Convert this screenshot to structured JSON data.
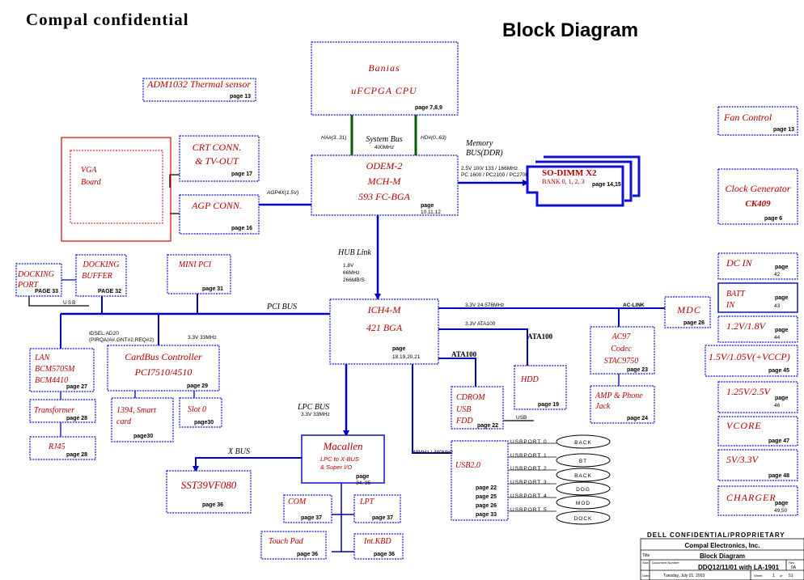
{
  "header": {
    "left_title": "Compal  confidential",
    "right_title": "Block Diagram"
  },
  "blocks": {
    "cpu": {
      "l1": "Banias",
      "l2": "uFCPGA CPU",
      "page": "page 7,8,9"
    },
    "thermal": {
      "label": "ADM1032 Thermal sensor",
      "page": "page 13"
    },
    "crt": {
      "l1": "CRT CONN.",
      "l2": "& TV-OUT",
      "page": "page 17"
    },
    "vga": {
      "l1": "VGA",
      "l2": "Board"
    },
    "agp": {
      "label": "AGP CONN.",
      "page": "page 16"
    },
    "mch": {
      "l1": "ODEM-2",
      "l2": "MCH-M",
      "l3": "593 FC-BGA",
      "page1": "page",
      "page2": "10,11,12"
    },
    "sodimm": {
      "title": "SO-DIMM X2",
      "bank": "BANK 0, 1, 2, 3",
      "page": "page 14,15"
    },
    "fan": {
      "label": "Fan Control",
      "page": "page 13"
    },
    "clock": {
      "l1": "Clock Generator",
      "l2": "CK409",
      "page": "page 6"
    },
    "docking_port": {
      "l1": "DOCKING",
      "l2": "PORT",
      "page": "PAGE 33"
    },
    "docking_buffer": {
      "l1": "DOCKING",
      "l2": "BUFFER",
      "page": "PAGE 32"
    },
    "minipci": {
      "label": "MINI PCI",
      "page": "page 31"
    },
    "ich": {
      "l1": "ICH4-M",
      "l2": "421 BGA",
      "page1": "page",
      "page2": "18,19,20,21"
    },
    "mdc": {
      "label": "MDC",
      "page": "page 26"
    },
    "lan": {
      "l1": "LAN",
      "l2": "BCM5705M",
      "l3": "BCM4410",
      "page": "page 27"
    },
    "cardbus": {
      "l1": "CardBus Controller",
      "l2": "PCI7510/4510",
      "page": "page 29"
    },
    "ac97": {
      "l1": "AC97",
      "l2": "Codec",
      "l3": "STAC9750",
      "page": "page 23"
    },
    "hdd": {
      "label": "HDD",
      "page": "page 19"
    },
    "cdrom": {
      "l1": "CDROM",
      "l2": "USB",
      "l3": "FDD",
      "page": "page 22"
    },
    "transformer": {
      "label": "Transformer",
      "page": "page 28"
    },
    "smartcard": {
      "l1": "1394, Smart",
      "l2": "card",
      "page": "page30"
    },
    "slot0": {
      "label": "Slot 0",
      "page": "page30"
    },
    "amp": {
      "l1": "AMP & Phone",
      "l2": "Jack",
      "page": "page 24"
    },
    "rj45": {
      "label": "RJ45",
      "page": "page 28"
    },
    "macallen": {
      "l1": "Macallen",
      "l2": "LPC to X-BUS",
      "l3": "& Super I/O",
      "page1": "page",
      "page2": "34, 35"
    },
    "usb20": {
      "label": "USB2.0",
      "pages": [
        "page 22",
        "page 25",
        "page 26",
        "page 33"
      ]
    },
    "sst": {
      "label": "SST39VF080",
      "page": "page 36"
    },
    "com": {
      "label": "COM",
      "page": "page 37"
    },
    "lpt": {
      "label": "LPT",
      "page": "page 37"
    },
    "touchpad": {
      "label": "Touch Pad",
      "page": "page 36"
    },
    "kbd": {
      "label": "Int.KBD",
      "page": "page 36"
    },
    "dc_in": {
      "label": "DC IN",
      "page1": "page",
      "page2": "42"
    },
    "batt_in": {
      "l1": "BATT",
      "l2": "IN",
      "page1": "page",
      "page2": "43"
    },
    "v12_18": {
      "label": "1.2V/1.8V",
      "page1": "page",
      "page2": "44"
    },
    "v15_105": {
      "label": "1.5V/1.05V(+VCCP)",
      "page": "page 45"
    },
    "v125_25": {
      "label": "1.25V/2.5V",
      "page1": "page",
      "page2": "46"
    },
    "vcore": {
      "label": "VCORE",
      "page": "page 47"
    },
    "v5_33": {
      "label": "5V/3.3V",
      "page": "page 48"
    },
    "charger": {
      "label": "CHARGER",
      "page1": "page",
      "page2": "49,50"
    }
  },
  "buses": {
    "system_bus": "System Bus",
    "system_bus_speed": "400MHz",
    "ha": "HA#(3..31)",
    "hd": "HD#(0..63)",
    "memory_bus_1": "Memory",
    "memory_bus_2": "BUS(DDR)",
    "mem_spec_1": "2.5V 100/ 133 / 166MHz",
    "mem_spec_2": "PC 1600  / PC2100 / PC2700",
    "agp4x": "AGP4X(1.5V)",
    "hub_link": "HUB Link",
    "hub_spec_1": "1.8V",
    "hub_spec_2": "66MHz",
    "hub_spec_3": "266MB/S",
    "pci_bus": "PCI BUS",
    "usb_dock": "USB",
    "idsel_1": "IDSEL:AD20",
    "idsel_2": "(PIRQA/A#,GNT#2,REQ#2)",
    "pci_33": "3.3V 33MHz",
    "ac_link_1": "3.3V 24.576MHz",
    "ac_link_2": "AC-LINK",
    "ata_1": "3.3V ATA100",
    "ata100_a": "ATA100",
    "ata100_b": "ATA100",
    "lpc_bus": "LPC BUS",
    "lpc_spec": "3.3V 33MHz",
    "x_bus": "X BUS",
    "usb_cdrom": "USB",
    "usb_speed": "48MHz / 480MHz"
  },
  "usb_ports": [
    {
      "port": "USBPORT  0",
      "device": "BACK"
    },
    {
      "port": "USBPORT  1",
      "device": "BT"
    },
    {
      "port": "USBPORT  2",
      "device": "BACK"
    },
    {
      "port": "USBPORT  3",
      "device": "DOG"
    },
    {
      "port": "USBPORT  4",
      "device": "MOD"
    },
    {
      "port": "USBPORT  5",
      "device": "DOCK"
    }
  ],
  "title_block": {
    "confidential": "DELL  CONFIDENTIAL/PROPRIETARY",
    "company": "Compal Electronics, Inc.",
    "title_label": "Title",
    "title": "Block Diagram",
    "size_label": "Size",
    "doc_label": "Document Number",
    "rev_label": "Rev",
    "rev": "0A",
    "doc": "DDQ12/11/01 with LA-1901",
    "date_label": "Date:",
    "date": "Tuesday, July 01, 2003",
    "sheet_label": "Sheet",
    "sheet": "1",
    "of_label": "of",
    "of": "51"
  },
  "colors": {
    "block_border": "#1010d0",
    "label_text": "#b00000",
    "wire": "#0000c0",
    "system_bus": "#006000",
    "vga_board": "#e00000"
  }
}
